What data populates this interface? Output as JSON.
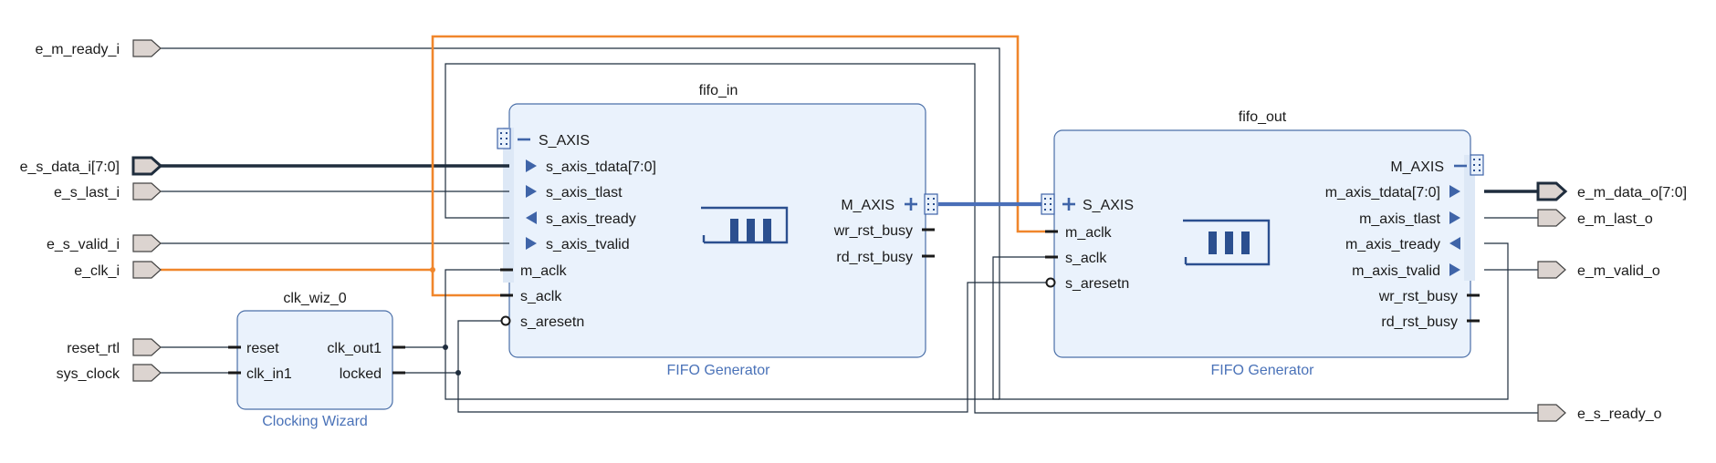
{
  "external_ports": {
    "inputs": {
      "e_m_ready_i": "e_m_ready_i",
      "e_s_data_i": "e_s_data_i[7:0]",
      "e_s_last_i": "e_s_last_i",
      "e_s_valid_i": "e_s_valid_i",
      "e_clk_i": "e_clk_i",
      "reset_rtl": "reset_rtl",
      "sys_clock": "sys_clock"
    },
    "outputs": {
      "e_m_data_o": "e_m_data_o[7:0]",
      "e_m_last_o": "e_m_last_o",
      "e_m_valid_o": "e_m_valid_o",
      "e_s_ready_o": "e_s_ready_o"
    }
  },
  "blocks": {
    "fifo_in": {
      "name": "fifo_in",
      "type": "FIFO Generator",
      "pins": {
        "s_axis": "S_AXIS",
        "s_axis_tdata": "s_axis_tdata[7:0]",
        "s_axis_tlast": "s_axis_tlast",
        "s_axis_tready": "s_axis_tready",
        "s_axis_tvalid": "s_axis_tvalid",
        "m_aclk": "m_aclk",
        "s_aclk": "s_aclk",
        "s_aresetn": "s_aresetn",
        "m_axis": "M_AXIS",
        "wr_rst_busy": "wr_rst_busy",
        "rd_rst_busy": "rd_rst_busy"
      }
    },
    "fifo_out": {
      "name": "fifo_out",
      "type": "FIFO Generator",
      "pins": {
        "s_axis": "S_AXIS",
        "m_aclk": "m_aclk",
        "s_aclk": "s_aclk",
        "s_aresetn": "s_aresetn",
        "m_axis": "M_AXIS",
        "m_axis_tdata": "m_axis_tdata[7:0]",
        "m_axis_tlast": "m_axis_tlast",
        "m_axis_tready": "m_axis_tready",
        "m_axis_tvalid": "m_axis_tvalid",
        "wr_rst_busy": "wr_rst_busy",
        "rd_rst_busy": "rd_rst_busy"
      }
    },
    "clk_wiz_0": {
      "name": "clk_wiz_0",
      "type": "Clocking Wizard",
      "pins": {
        "reset": "reset",
        "clk_in1": "clk_in1",
        "clk_out1": "clk_out1",
        "locked": "locked"
      }
    }
  },
  "colors": {
    "clock_net": "#f0862b",
    "axis_bus": "#4a6fb8",
    "block_fill": "#eaf2fc",
    "block_border": "#4a6fa8",
    "ip_type_label": "#4a72b8",
    "port_fill": "#dcd4d0",
    "wire": "#1f2d3d"
  },
  "icons": {
    "fifo_symbol": "fifo-icon",
    "bus_interface": "bus-interface-icon",
    "expand": "plus-icon",
    "collapse": "minus-icon",
    "input_arrow": "triangle-right-icon",
    "output_arrow": "triangle-left-icon"
  }
}
